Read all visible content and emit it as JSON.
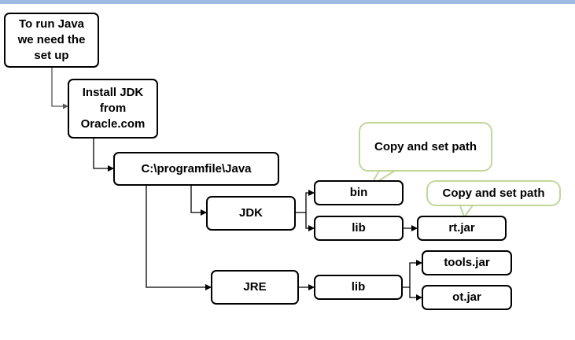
{
  "diagram": {
    "nodes": {
      "start": "To run Java\nwe need the\nset up",
      "install": "Install JDK\nfrom\nOracle.com",
      "programfile": "C:\\programfile\\Java",
      "jdk": "JDK",
      "jre": "JRE",
      "jdk_bin": "bin",
      "jdk_lib": "lib",
      "rt_jar": "rt.jar",
      "jre_lib": "lib",
      "tools_jar": "tools.jar",
      "ot_jar": "ot.jar"
    },
    "callouts": {
      "bin_path": "Copy and set path",
      "rt_path": "Copy and set path"
    },
    "edges": [
      [
        "start",
        "install"
      ],
      [
        "install",
        "programfile"
      ],
      [
        "programfile",
        "jdk"
      ],
      [
        "programfile",
        "jre"
      ],
      [
        "jdk",
        "jdk_bin"
      ],
      [
        "jdk",
        "jdk_lib"
      ],
      [
        "jdk_lib",
        "rt_jar"
      ],
      [
        "jre",
        "jre_lib"
      ],
      [
        "jre_lib",
        "tools_jar"
      ],
      [
        "jre_lib",
        "ot_jar"
      ]
    ],
    "colors": {
      "box_border": "#000000",
      "callout_border": "#c2d69b",
      "connector": "#000000",
      "start_connector": "#555555",
      "top_bar": "#9dbbe0"
    }
  }
}
